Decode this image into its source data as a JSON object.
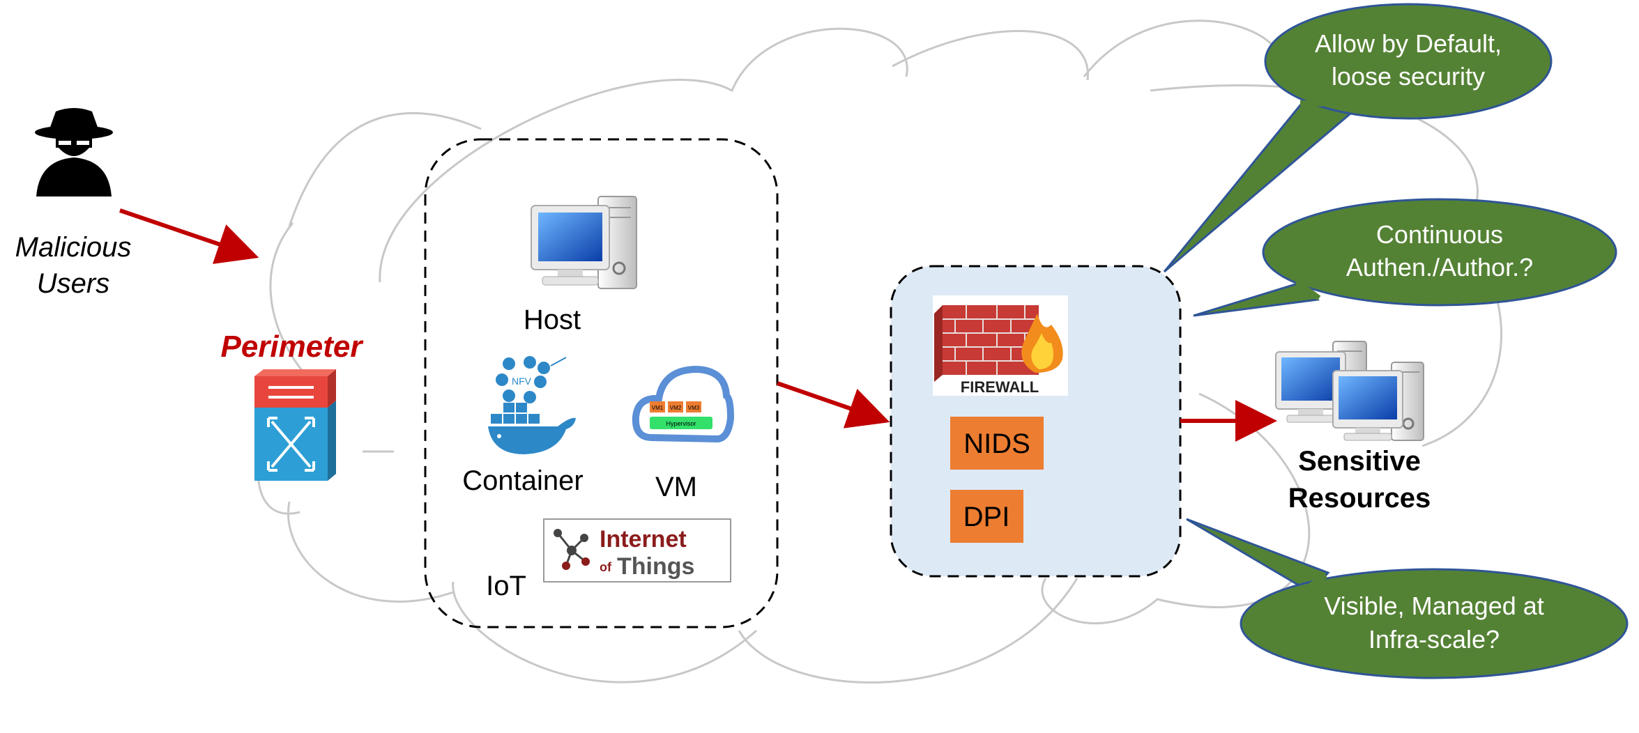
{
  "attacker": {
    "icon": "spy-icon",
    "label_line1": "Malicious",
    "label_line2": "Users"
  },
  "perimeter": {
    "label": "Perimeter",
    "icon": "network-switch-icon"
  },
  "workloads": {
    "host": "Host",
    "container": "Container",
    "vm": "VM",
    "iot": "IoT",
    "container_badge": "NFV",
    "vm_badges": [
      "VM1",
      "VM2",
      "VM3"
    ],
    "vm_hypervisor": "Hypervisor",
    "iot_logo_line1": "Internet",
    "iot_logo_of": "of",
    "iot_logo_line2": "Things"
  },
  "security": {
    "firewall": "FIREWALL",
    "nids": "NIDS",
    "dpi": "DPI"
  },
  "resources": {
    "line1": "Sensitive",
    "line2": "Resources"
  },
  "callouts": [
    {
      "line1": "Allow by Default,",
      "line2": "loose security"
    },
    {
      "line1": "Continuous",
      "line2": "Authen./Author.?"
    },
    {
      "line1": "Visible, Managed at",
      "line2": "Infra-scale?"
    }
  ],
  "colors": {
    "arrow": "#c00000",
    "perimeter_text": "#c00000",
    "callout_fill": "#548235",
    "callout_stroke": "#2f5597",
    "security_box_fill": "#dee9f6",
    "orange_box": "#ed7d31",
    "switch_top": "#e8463c",
    "switch_body": "#2d9fd6"
  }
}
